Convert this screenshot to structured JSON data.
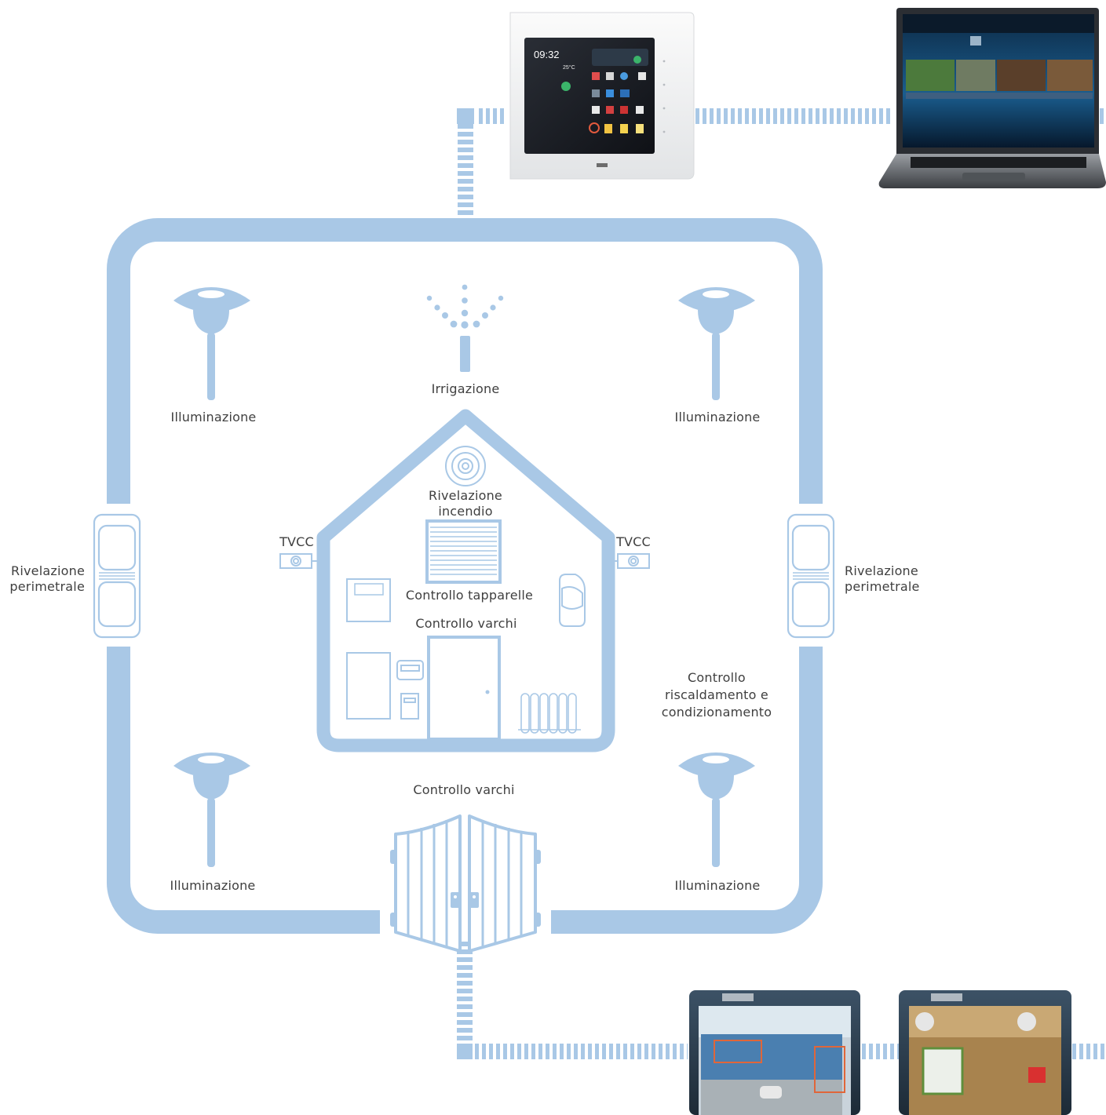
{
  "colors": {
    "accent": "#a9c8e6",
    "text": "#3f3f3f",
    "background": "#ffffff"
  },
  "devices": {
    "touch_panel": {
      "time": "09:32",
      "temperature": "25°C",
      "icon": "touch-panel-icon"
    },
    "laptop": {
      "icon": "laptop-icon"
    },
    "monitor_1": {
      "icon": "surveillance-monitor-icon"
    },
    "monitor_2": {
      "icon": "surveillance-monitor-icon"
    }
  },
  "labels": {
    "irrigation": "Irrigazione",
    "light_tl": "Illuminazione",
    "light_tr": "Illuminazione",
    "light_bl": "Illuminazione",
    "light_br": "Illuminazione",
    "fire_1": "Rivelazione",
    "fire_2": "incendio",
    "cctv_left": "TVCC",
    "cctv_right": "TVCC",
    "blinds": "Controllo tapparelle",
    "access_house": "Controllo varchi",
    "access_gate": "Controllo varchi",
    "perimeter_left_1": "Rivelazione",
    "perimeter_left_2": "perimetrale",
    "perimeter_right_1": "Rivelazione",
    "perimeter_right_2": "perimetrale",
    "hvac_1": "Controllo",
    "hvac_2": "riscaldamento e",
    "hvac_3": "condizionamento"
  }
}
